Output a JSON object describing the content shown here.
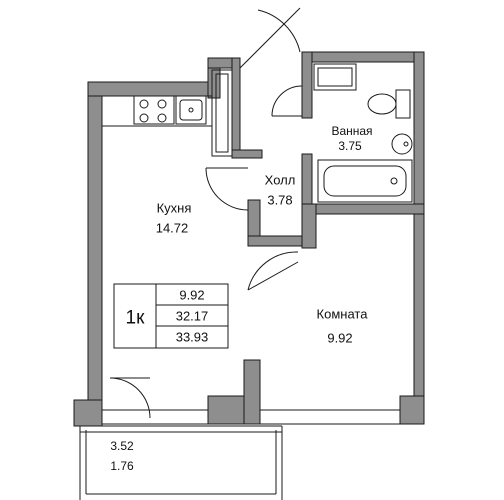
{
  "colors": {
    "wall_fill": "#8e8e8e",
    "wall_stroke": "#1a1a1a",
    "line": "#1a1a1a",
    "background": "#ffffff"
  },
  "rooms": {
    "kitchen": {
      "name": "Кухня",
      "area": "14.72"
    },
    "hall": {
      "name": "Холл",
      "area": "3.78"
    },
    "bathroom": {
      "name": "Ванная",
      "area": "3.75"
    },
    "room": {
      "name": "Комната",
      "area": "9.92"
    },
    "balcony": {
      "area_full": "3.52",
      "area_reduced": "1.76"
    }
  },
  "summary": {
    "rooms_label": "1к",
    "living_area": "9.92",
    "total_area": "32.17",
    "total_with_balcony": "33.93"
  },
  "fixtures": [
    "stove-icon",
    "sink-icon",
    "fridge-icon",
    "toilet-icon",
    "bathtub-icon",
    "washbasin-icon",
    "washing-machine-icon"
  ]
}
